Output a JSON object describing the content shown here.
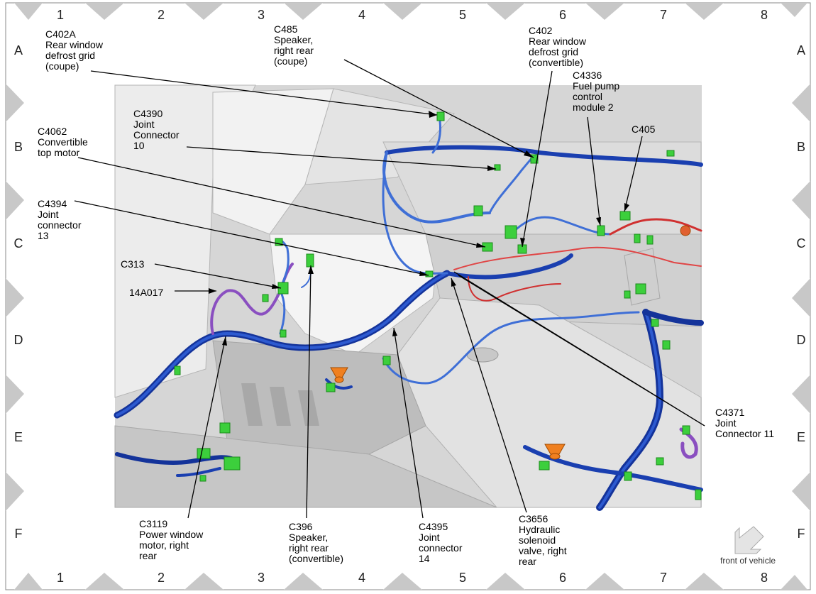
{
  "grid": {
    "columns": [
      "1",
      "2",
      "3",
      "4",
      "5",
      "6",
      "7",
      "8"
    ],
    "rows": [
      "A",
      "B",
      "C",
      "D",
      "E",
      "F"
    ]
  },
  "callouts": {
    "c402a": "C402A\nRear window\ndefrost grid\n(coupe)",
    "c485": "C485\nSpeaker,\nright rear\n(coupe)",
    "c402": "C402\nRear window\ndefrost grid\n(convertible)",
    "c4336": "C4336\nFuel pump\ncontrol\nmodule 2",
    "c4390": "C4390\nJoint\nConnector\n10",
    "c4062": "C4062\nConvertible\ntop motor",
    "c405": "C405",
    "c4394": "C4394\nJoint\nconnector\n13",
    "c313": "C313",
    "c14a017": "14A017",
    "c4371": "C4371\nJoint\nConnector 11",
    "c3119": "C3119\nPower window\nmotor, right\nrear",
    "c396": "C396\nSpeaker,\nright rear\n(convertible)",
    "c4395": "C4395\nJoint\nconnector\n14",
    "c3656": "C3656\nHydraulic\nsolenoid\nvalve, right\nrear"
  },
  "legend": {
    "front_of_vehicle": "front of vehicle"
  },
  "colors": {
    "harness_main": "#1a3fb0",
    "harness_light": "#3f6fd6",
    "harness_red": "#d03030",
    "harness_purple": "#8a4fc0",
    "connector_green": "#3ccf3c",
    "grommet_orange": "#f08020",
    "body_panel": "#d8d8d8",
    "grid_marker": "#c8c8c8"
  }
}
